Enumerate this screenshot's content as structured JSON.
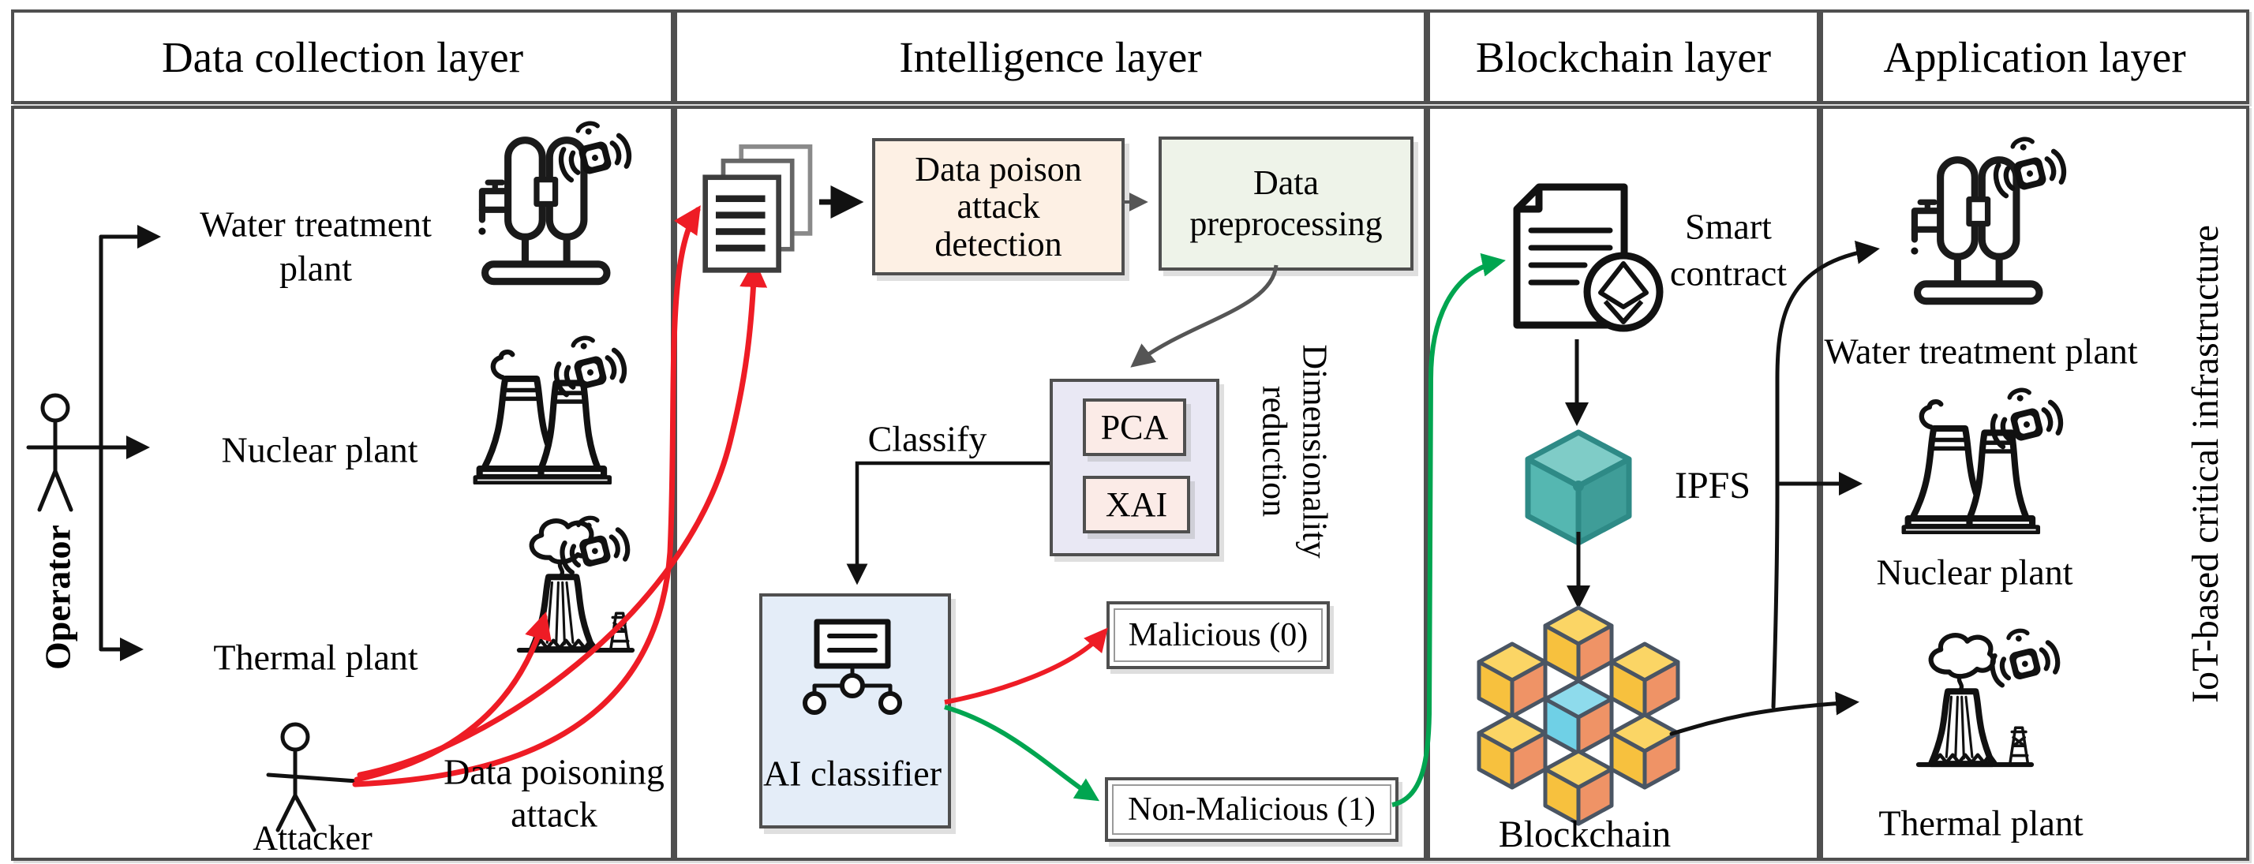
{
  "header": {
    "columns": [
      {
        "label": "Data collection layer"
      },
      {
        "label": "Intelligence layer"
      },
      {
        "label": "Blockchain layer"
      },
      {
        "label": "Application layer"
      }
    ]
  },
  "data_collection": {
    "operator_label": "Operator",
    "water_plant_lines": [
      "Water treatment",
      "plant"
    ],
    "nuclear_plant_label": "Nuclear plant",
    "thermal_plant_label": "Thermal plant",
    "attacker_label": "Attacker",
    "attack_lines": [
      "Data poisoning",
      "attack"
    ]
  },
  "intelligence": {
    "detection_lines": [
      "Data poison",
      "attack",
      "detection"
    ],
    "preprocessing_lines": [
      "Data",
      "preprocessing"
    ],
    "pca_label": "PCA",
    "xai_label": "XAI",
    "dimensionality_lines": [
      "Dimensionality",
      "reduction"
    ],
    "classify_label": "Classify",
    "classifier_label": "AI classifier",
    "malicious_label": "Malicious (0)",
    "non_malicious_label": "Non-Malicious (1)"
  },
  "blockchain": {
    "smart_contract_lines": [
      "Smart",
      "contract"
    ],
    "ipfs_label": "IPFS",
    "blockchain_label": "Blockchain"
  },
  "application": {
    "water_plant_label": "Water treatment plant",
    "nuclear_plant_label": "Nuclear plant",
    "thermal_plant_label": "Thermal plant",
    "side_label": "IoT-based critical infrastructure"
  },
  "colors": {
    "panel_border": "#4f4f4f",
    "detection_fill": "#fdf0e4",
    "preprocessing_fill": "#eef3e9",
    "reduction_fill": "#e9e8f4",
    "pca_xai_fill": "#fbebe7",
    "classifier_fill": "#e4edf8",
    "attack_red": "#ee1c25",
    "safe_green": "#00a550",
    "ipfs_teal": "#52b5b0",
    "block_yellow": "#f9c84a",
    "block_orange": "#ef9366",
    "block_blue": "#74d4e8"
  }
}
